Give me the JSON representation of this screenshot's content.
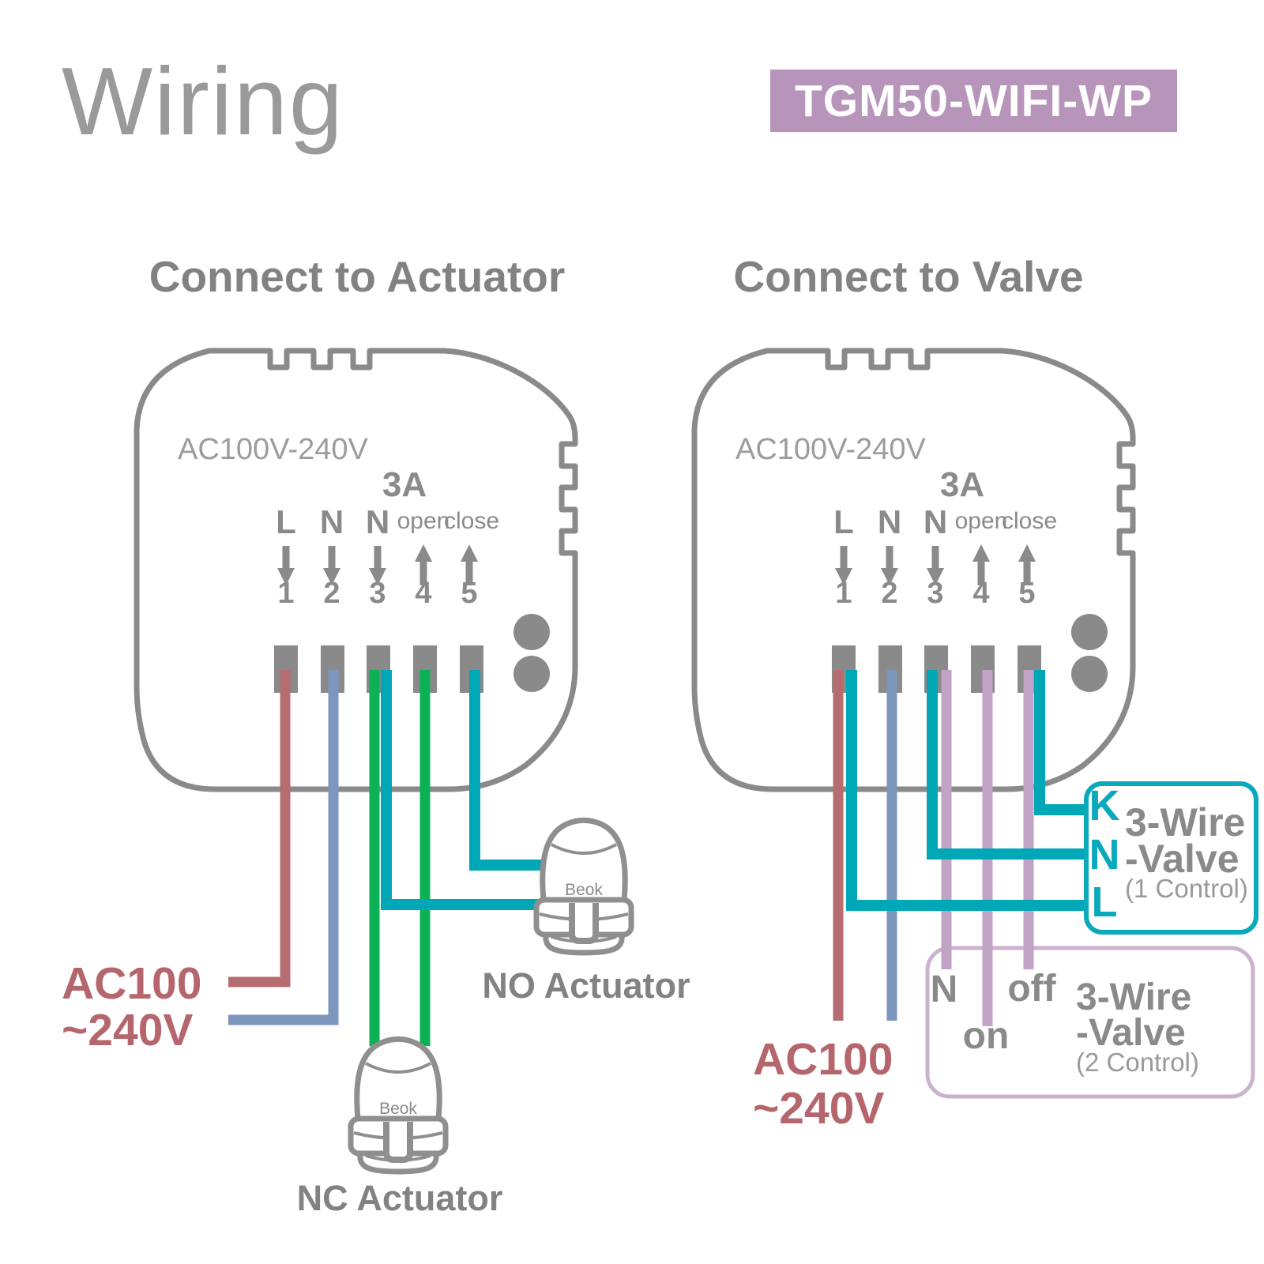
{
  "title": "Wiring",
  "badge": {
    "label": "TGM50-WIFI-WP"
  },
  "headings": {
    "left": "Connect to Actuator",
    "right": "Connect to Valve"
  },
  "device": {
    "voltage": "AC100V-240V",
    "amp": "3A",
    "col_labels": {
      "l": "L",
      "n2": "N",
      "n3": "N",
      "open": "open",
      "close": "close"
    },
    "numbers": [
      "1",
      "2",
      "3",
      "4",
      "5"
    ]
  },
  "left_diagram": {
    "power_line1": "AC100",
    "power_line2": "~240V",
    "no_actuator": {
      "brand": "Beok",
      "label": "NO Actuator"
    },
    "nc_actuator": {
      "brand": "Beok",
      "label": "NC Actuator"
    },
    "wiring": [
      {
        "terminal": "1 L",
        "color": "red",
        "to": "AC100~240V live"
      },
      {
        "terminal": "2 N",
        "color": "blue",
        "to": "AC100~240V neutral"
      },
      {
        "terminal": "3 N",
        "color": "green",
        "to": "NC Actuator"
      },
      {
        "terminal": "3 N",
        "color": "cyan",
        "to": "NO Actuator"
      },
      {
        "terminal": "4 open",
        "color": "green",
        "to": "NC Actuator"
      },
      {
        "terminal": "5 close",
        "color": "cyan",
        "to": "NO Actuator"
      }
    ]
  },
  "right_diagram": {
    "power_line1": "AC100",
    "power_line2": "~240V",
    "valve1": {
      "t1": "K",
      "t2": "N",
      "t3": "L",
      "name1": "3-Wire",
      "name2": "-Valve",
      "name3": "(1 Control)"
    },
    "valve2": {
      "n": "N",
      "off": "off",
      "on": "on",
      "name1": "3-Wire",
      "name2": "-Valve",
      "name3": "(2 Control)"
    },
    "wiring": [
      {
        "terminal": "1 L",
        "color": "red",
        "to": "AC100~240V live"
      },
      {
        "terminal": "1 L",
        "color": "cyan",
        "to": "3-Wire-Valve L"
      },
      {
        "terminal": "2 N",
        "color": "blue",
        "to": "AC100~240V neutral"
      },
      {
        "terminal": "3 N",
        "color": "cyan",
        "to": "3-Wire-Valve N"
      },
      {
        "terminal": "3 N",
        "color": "mauve",
        "to": "3-Wire-Valve (2 Control) N"
      },
      {
        "terminal": "4 open",
        "color": "mauve",
        "to": "3-Wire-Valve (2 Control) on"
      },
      {
        "terminal": "5 close",
        "color": "mauve",
        "to": "3-Wire-Valve (2 Control) off"
      },
      {
        "terminal": "5 close",
        "color": "cyan",
        "to": "3-Wire-Valve K"
      }
    ]
  },
  "colors": {
    "outline_gray": "#8a8a8a",
    "text_gray": "#828282",
    "light_gray": "#9a9a9a",
    "badge_bg": "#b795ba",
    "badge_text": "#ffffff",
    "wire_live_red": "#b56d72",
    "wire_neutral_blue": "#7b97bd",
    "wire_green": "#0db155",
    "wire_cyan": "#00a7b6",
    "wire_mauve": "#c0a3c5",
    "valve1_border": "#0aa9bb",
    "valve2_border": "#cbb2cd"
  }
}
